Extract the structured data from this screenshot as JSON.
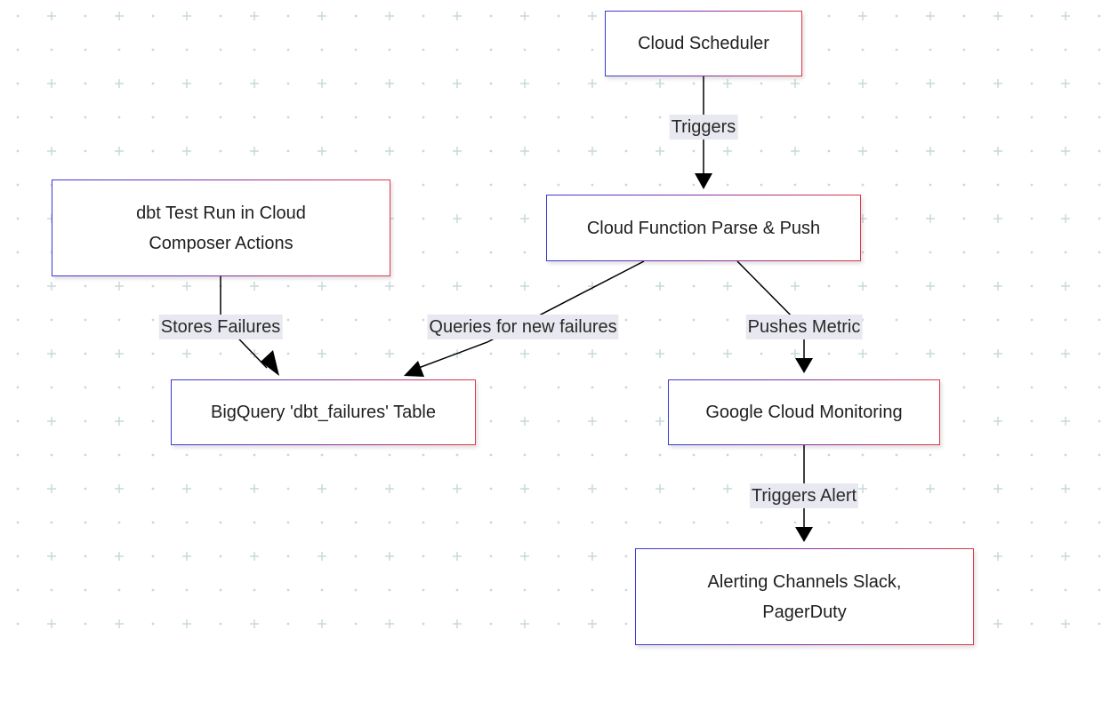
{
  "colors": {
    "border_start": "#3a3ad6",
    "border_end": "#e0364a",
    "edge": "#000000",
    "label_bg": "#e8e8f0",
    "grid_mark": "#c9d8da"
  },
  "nodes": {
    "scheduler": "Cloud Scheduler",
    "function": "Cloud Function Parse & Push",
    "dbt_run": "dbt Test Run in Cloud Composer Actions",
    "bigquery": "BigQuery 'dbt_failures' Table",
    "monitoring": "Google Cloud Monitoring",
    "alerting": "Alerting Channels Slack, PagerDuty"
  },
  "edges": {
    "triggers": "Triggers",
    "stores_failures": "Stores Failures",
    "queries": "Queries for new failures",
    "pushes_metric": "Pushes Metric",
    "triggers_alert": "Triggers Alert"
  }
}
